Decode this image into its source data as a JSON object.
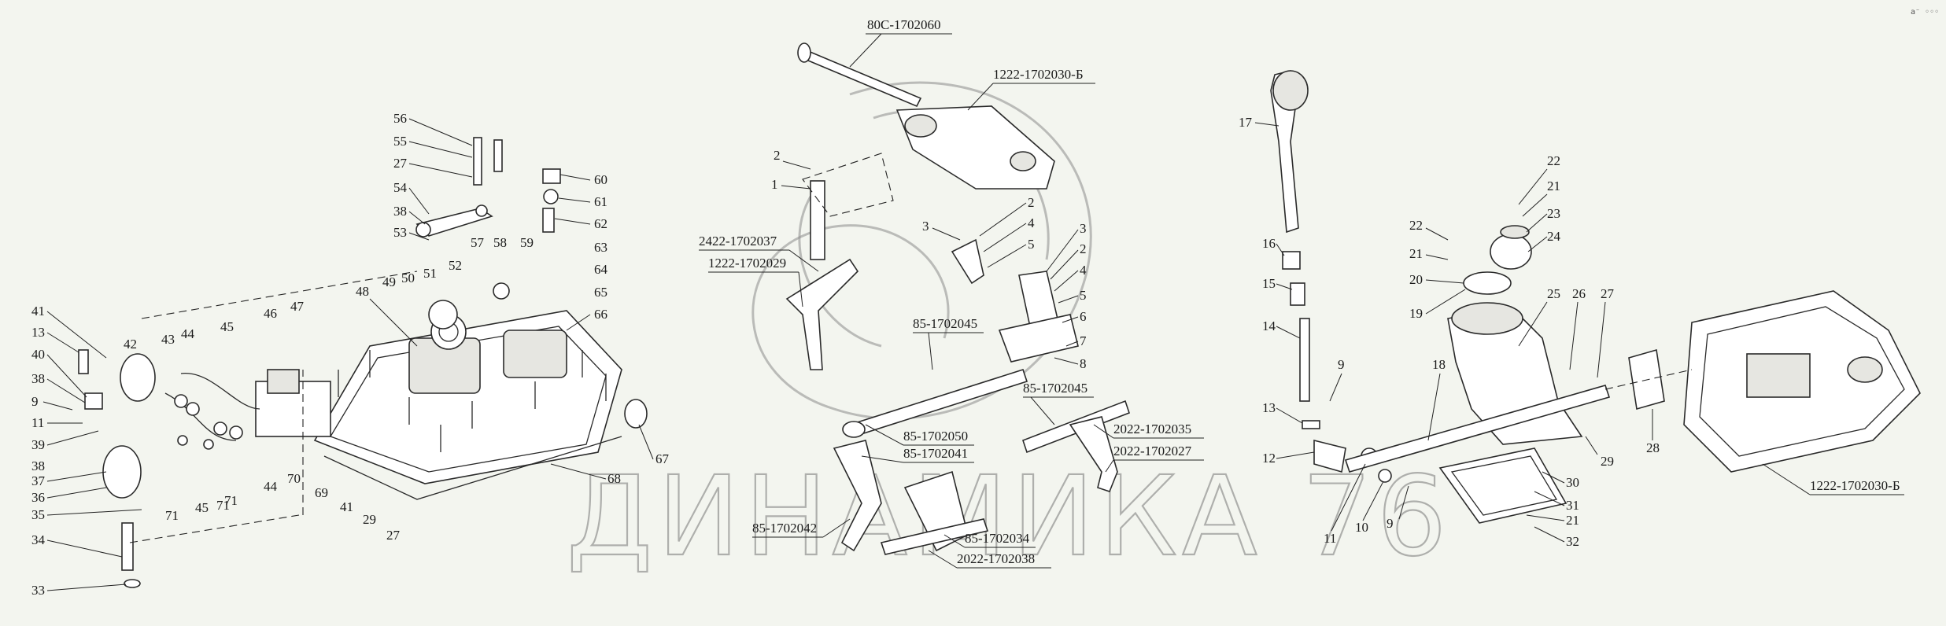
{
  "watermark": "ДИНАМИКА 76",
  "corner_mark": "a⁻ ◦◦◦",
  "assemblies": {
    "left": {
      "numbers": [
        "56",
        "55",
        "27",
        "54",
        "38",
        "53",
        "51",
        "52",
        "57",
        "58",
        "59",
        "50",
        "49",
        "48",
        "47",
        "46",
        "45",
        "44",
        "43",
        "42",
        "41",
        "13",
        "40",
        "38",
        "9",
        "11",
        "39",
        "38",
        "37",
        "36",
        "35",
        "34",
        "33",
        "60",
        "61",
        "62",
        "63",
        "64",
        "65",
        "66",
        "67",
        "68",
        "69",
        "70",
        "71",
        "45",
        "71",
        "71",
        "44",
        "41",
        "29",
        "27"
      ]
    },
    "middle": {
      "codes": [
        "80С-1702060",
        "1222-1702030-Б",
        "2422-1702037",
        "1222-1702029",
        "85-1702045",
        "85-1702045",
        "85-1702050",
        "85-1702041",
        "85-1702042",
        "85-1702034",
        "2022-1702038",
        "2022-1702035",
        "2022-1702027"
      ],
      "numbers": [
        "2",
        "1",
        "3",
        "2",
        "4",
        "5",
        "3",
        "2",
        "4",
        "5",
        "6",
        "7",
        "8"
      ]
    },
    "right": {
      "numbers": [
        "17",
        "16",
        "15",
        "14",
        "13",
        "12",
        "11",
        "10",
        "9",
        "9",
        "18",
        "22",
        "21",
        "23",
        "24",
        "22",
        "21",
        "20",
        "19",
        "25",
        "26",
        "27",
        "28",
        "29",
        "30",
        "31",
        "21",
        "32"
      ],
      "codes": [
        "1222-1702030-Б"
      ]
    }
  }
}
